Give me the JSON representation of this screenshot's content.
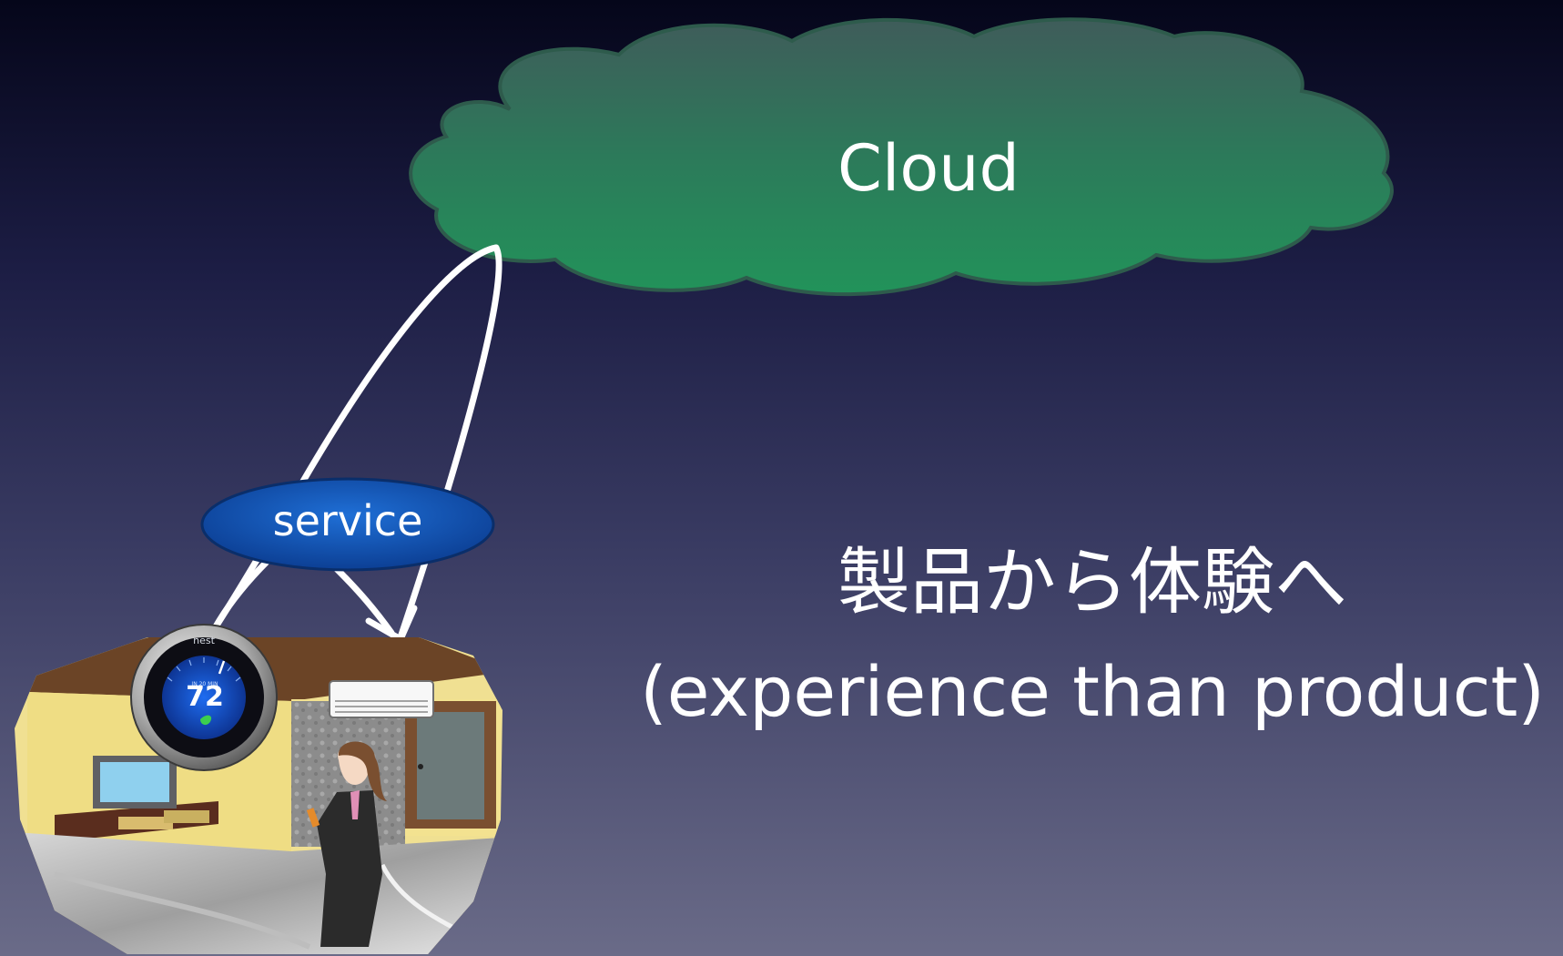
{
  "cloud": {
    "label": "Cloud",
    "color": "#26885a"
  },
  "service": {
    "label": "service",
    "color": "#1356b8"
  },
  "thermostat": {
    "brand": "nest",
    "status": "IN 20 MIN",
    "temperature": "72"
  },
  "caption": {
    "japanese": "製品から体験へ",
    "english": "(experience than product)"
  }
}
